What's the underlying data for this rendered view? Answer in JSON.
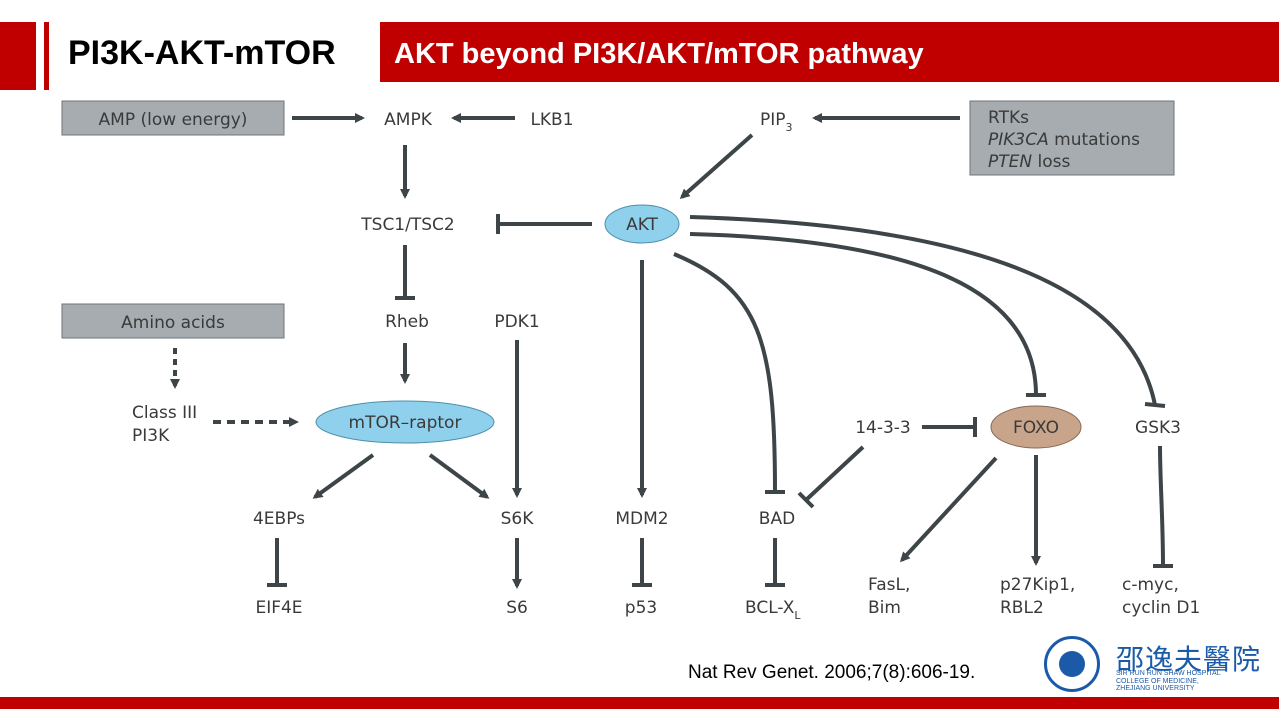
{
  "header": {
    "section_title": "PI3K-AKT-mTOR",
    "slide_title": "AKT beyond PI3K/AKT/mTOR pathway"
  },
  "diagram": {
    "nodes": {
      "amp": "AMP (low energy)",
      "ampk": "AMPK",
      "lkb1": "LKB1",
      "pip3": "PIP",
      "pip3_sub": "3",
      "rtks_1": "RTKs",
      "rtks_2": "PIK3CA",
      "rtks_2b": " mutations",
      "rtks_3": "PTEN",
      "rtks_3b": " loss",
      "tsc": "TSC1/TSC2",
      "akt": "AKT",
      "rheb": "Rheb",
      "pdk1": "PDK1",
      "amino": "Amino acids",
      "class3_1": "Class III",
      "class3_2": "PI3K",
      "mtor": "mTOR–raptor",
      "n1433": "14-3-3",
      "foxo": "FOXO",
      "gsk3": "GSK3",
      "ebp": "4EBPs",
      "s6k": "S6K",
      "mdm2": "MDM2",
      "bad": "BAD",
      "eif4e": "EIF4E",
      "s6": "S6",
      "p53": "p53",
      "bclx": "BCL-X",
      "bclx_sub": "L",
      "fasl_1": "FasL,",
      "fasl_2": "Bim",
      "p27_1": "p27Kip1,",
      "p27_2": "RBL2",
      "cmyc_1": "c-myc,",
      "cmyc_2": "cyclin D1"
    },
    "colors": {
      "akt_fill": "#8fd0ec",
      "mtor_fill": "#8fd0ec",
      "foxo_fill": "#c8a48a",
      "box_fill": "#a6acb0",
      "edge": "#3d4549"
    }
  },
  "footer": {
    "citation": "Nat Rev Genet. 2006;7(8):606-19.",
    "logo_cn": "邵逸夫醫院",
    "logo_en_1": "SIR RUN RUN SHAW HOSPITAL",
    "logo_en_2": "COLLEGE OF MEDICINE,",
    "logo_en_3": "ZHEJIANG UNIVERSITY"
  },
  "theme": {
    "accent": "#c00000",
    "logo_blue": "#1a5aa8"
  }
}
